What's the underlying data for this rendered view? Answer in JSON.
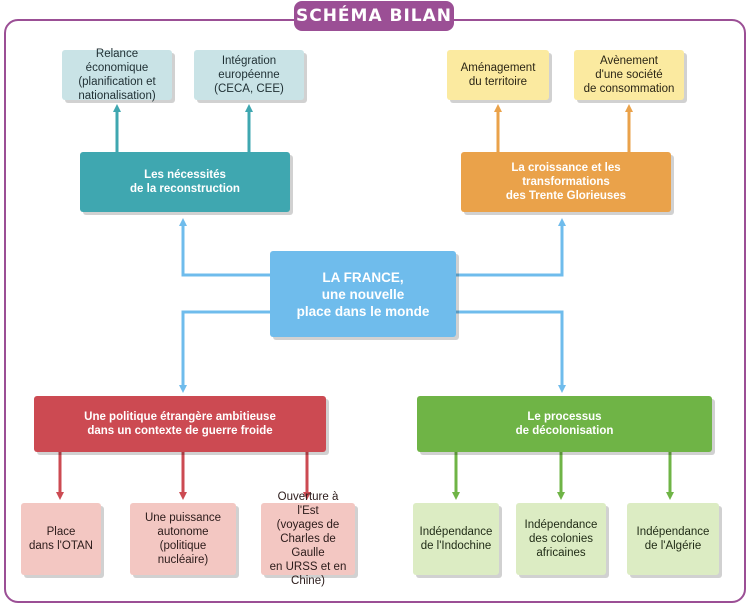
{
  "title": "SCHÉMA BILAN",
  "center": "LA FRANCE,\nune nouvelle\nplace dans le monde",
  "reconstruction": {
    "label": "Les nécessités\nde la reconstruction",
    "children": [
      "Relance économique\n(planification et\nnationalisation)",
      "Intégration\neuropéenne\n(CECA, CEE)"
    ]
  },
  "croissance": {
    "label": "La croissance et les transformations\ndes Trente Glorieuses",
    "children": [
      "Aménagement\ndu territoire",
      "Avènement\nd'une société\nde consommation"
    ]
  },
  "politique": {
    "label": "Une politique étrangère ambitieuse\ndans un contexte de guerre froide",
    "children": [
      "Place\ndans l'OTAN",
      "Une puissance\nautonome\n(politique nucléaire)",
      "Ouverture à l'Est\n(voyages de\nCharles de Gaulle\nen URSS et en Chine)"
    ]
  },
  "decolonisation": {
    "label": "Le processus\nde décolonisation",
    "children": [
      "Indépendance\nde l'Indochine",
      "Indépendance\ndes colonies\nafricaines",
      "Indépendance\nde l'Algérie"
    ]
  },
  "colors": {
    "frame": "#9b4f95",
    "teal": "#3fa7b0",
    "orange": "#eaa24a",
    "blue": "#6fbcec",
    "red": "#cc4a52",
    "green": "#6fb446"
  }
}
